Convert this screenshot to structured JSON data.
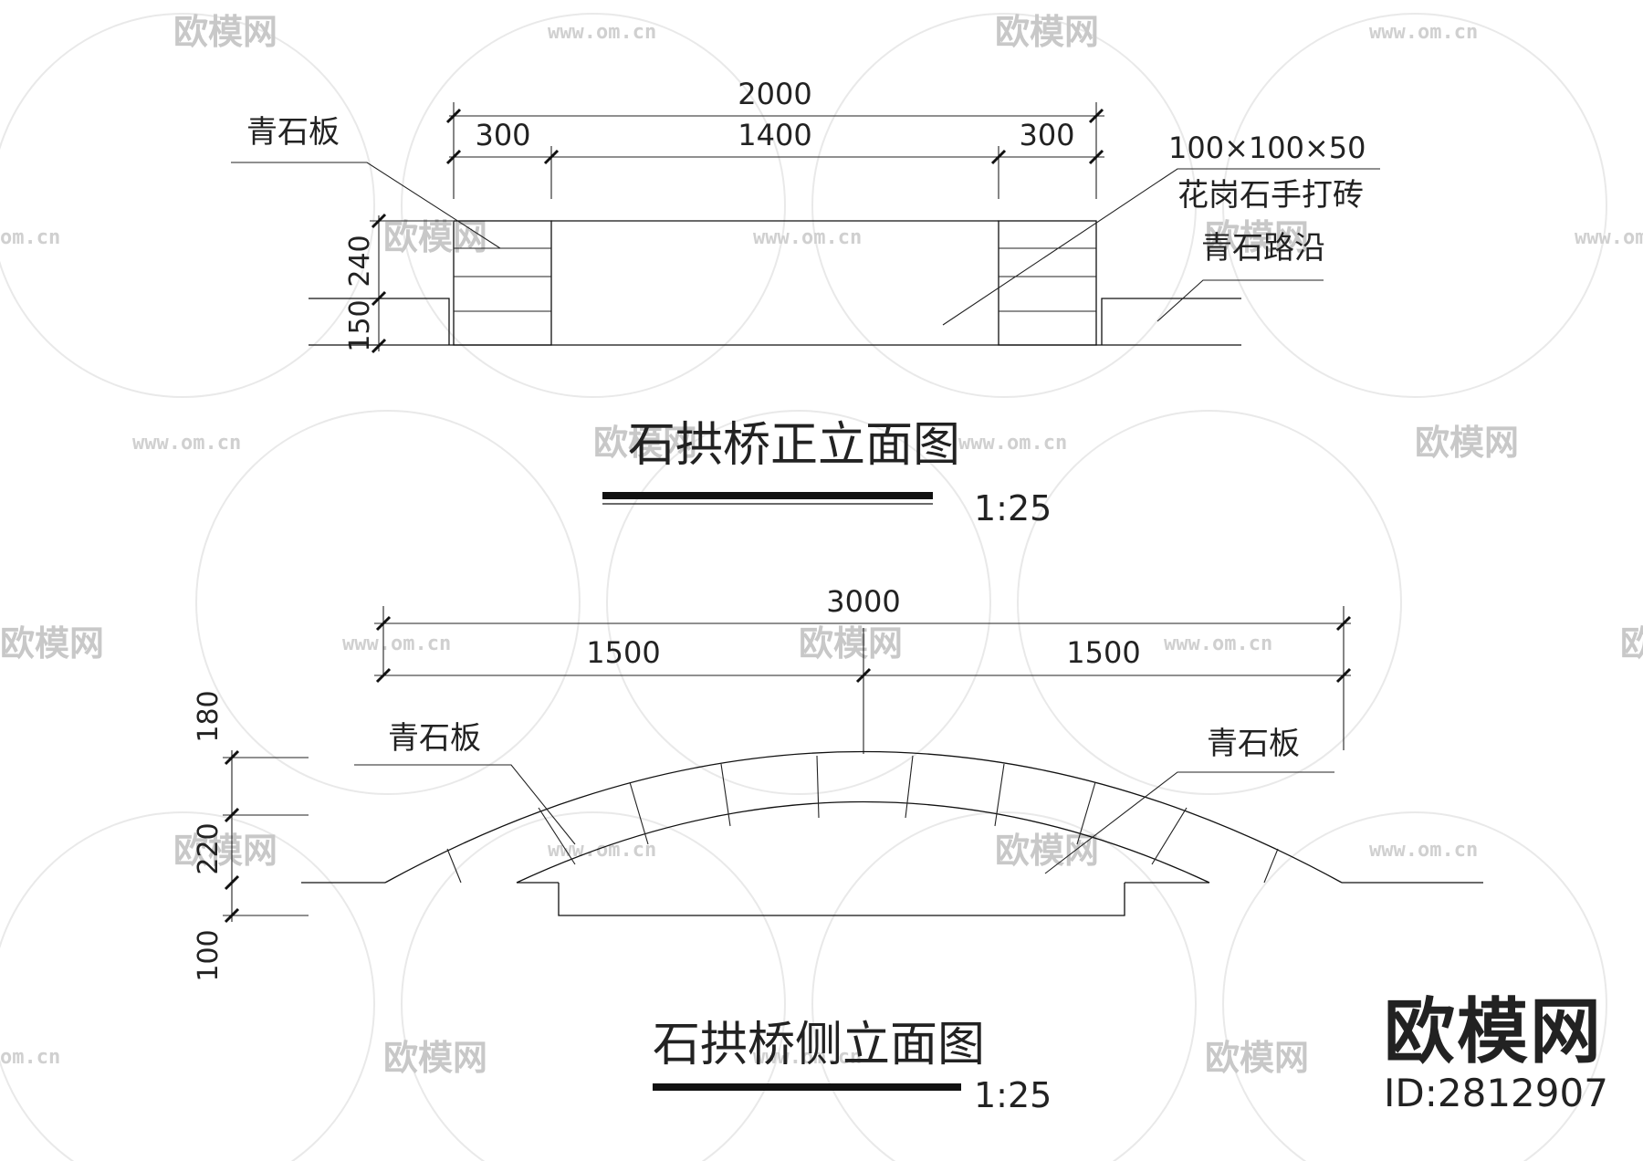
{
  "front_view": {
    "title": "石拱桥正立面图",
    "scale": "1:25",
    "dims": {
      "total": "2000",
      "left": "300",
      "middle": "1400",
      "right": "300",
      "h_upper": "240",
      "h_lower": "150"
    },
    "callouts": {
      "stone_slab": "青石板",
      "brick_size": "100×100×50",
      "brick_name": "花岗石手打砖",
      "curb": "青石路沿"
    }
  },
  "side_view": {
    "title": "石拱桥侧立面图",
    "scale": "1:25",
    "dims": {
      "total": "3000",
      "left": "1500",
      "right": "1500",
      "h_top": "180",
      "h_mid": "220",
      "h_bottom": "100"
    },
    "callouts": {
      "left_slab": "青石板",
      "right_slab": "青石板"
    }
  },
  "watermark": {
    "brand": "欧模网",
    "url": "www.om.cn",
    "url_short": "om.cn"
  },
  "brand_stamp": {
    "name": "欧模网",
    "id": "ID:2812907"
  }
}
